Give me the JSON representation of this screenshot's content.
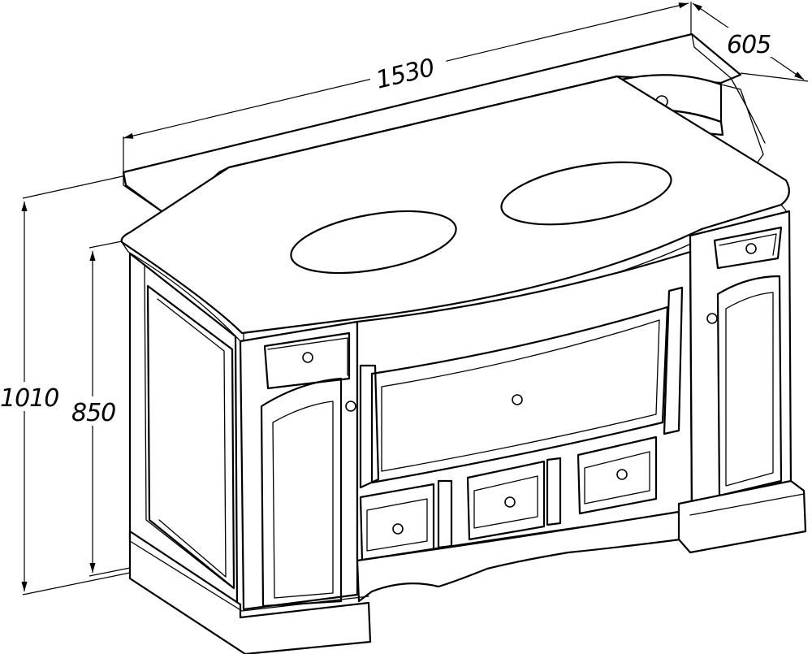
{
  "dimensions": {
    "width": "1530",
    "depth": "605",
    "overall_height": "1010",
    "counter_height": "850"
  }
}
